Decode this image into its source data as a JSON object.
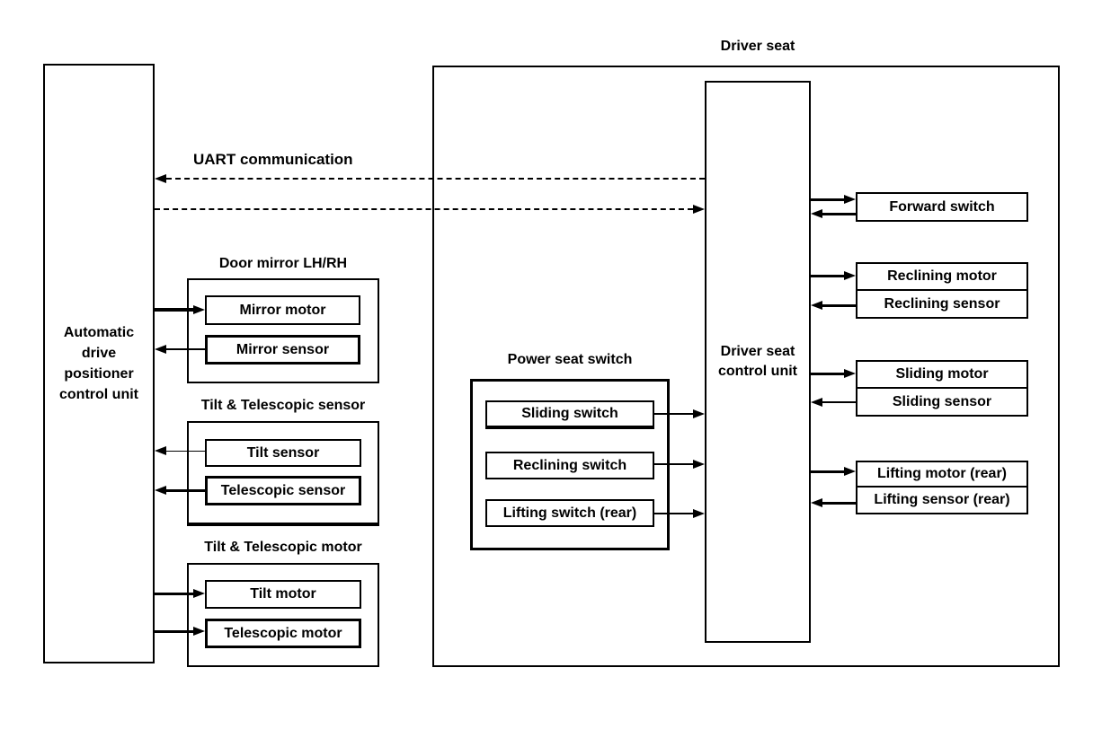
{
  "colors": {
    "ink": "#000000",
    "paper": "#ffffff"
  },
  "left_unit": {
    "lines": [
      "Automatic",
      "drive",
      "positioner",
      "control unit"
    ]
  },
  "uart_label": "UART communication",
  "driver_seat_label": "Driver seat",
  "control_unit": {
    "lines": [
      "Driver seat",
      "control unit"
    ]
  },
  "door_mirror": {
    "title": "Door mirror LH/RH",
    "items": [
      "Mirror motor",
      "Mirror sensor"
    ]
  },
  "tilt_telescopic_sensor": {
    "title": "Tilt & Telescopic sensor",
    "items": [
      "Tilt sensor",
      "Telescopic sensor"
    ]
  },
  "tilt_telescopic_motor": {
    "title": "Tilt & Telescopic motor",
    "items": [
      "Tilt motor",
      "Telescopic motor"
    ]
  },
  "power_seat_switch": {
    "title": "Power seat switch",
    "items": [
      "Sliding switch",
      "Reclining switch",
      "Lifting switch (rear)"
    ]
  },
  "seat_devices": [
    "Forward switch",
    "Reclining motor",
    "Reclining sensor",
    "Sliding motor",
    "Sliding sensor",
    "Lifting motor (rear)",
    "Lifting sensor (rear)"
  ]
}
